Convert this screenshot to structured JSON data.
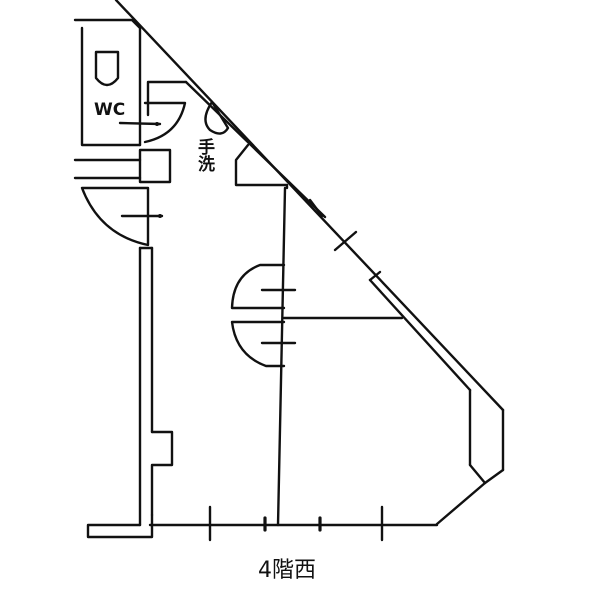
{
  "title": "4階西",
  "labels": {
    "wc": "WC",
    "hand_wash": "手洗"
  }
}
